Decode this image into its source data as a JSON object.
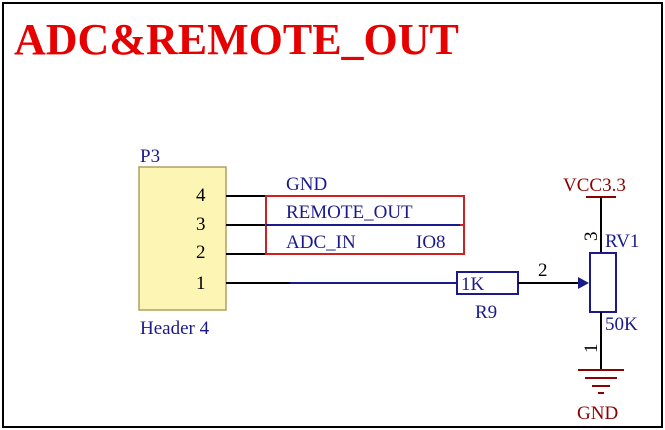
{
  "title": "ADC&REMOTE_OUT",
  "colors": {
    "frame": "#000000",
    "title": "#e60000",
    "blue_text": "#1a1a8c",
    "dark_red": "#8b0000",
    "wire": "#000000",
    "net_blue": "#1a1a8c",
    "label_box": "#cc2222",
    "header_fill": "#fdf5b3",
    "header_border": "#b0a060",
    "component_blue": "#1a1a8c"
  },
  "header": {
    "designator": "P3",
    "name": "Header 4",
    "pins": [
      "4",
      "3",
      "2",
      "1"
    ]
  },
  "nets": {
    "gnd_top": "GND",
    "remote_out": "REMOTE_OUT",
    "adc_in": "ADC_IN",
    "io": "IO8"
  },
  "resistor": {
    "value": "1K",
    "designator": "R9"
  },
  "potentiometer": {
    "designator": "RV1",
    "value": "50K",
    "pin_wiper": "2",
    "pin_top": "3",
    "pin_bottom": "1"
  },
  "power": {
    "vcc": "VCC3.3",
    "gnd": "GND"
  }
}
